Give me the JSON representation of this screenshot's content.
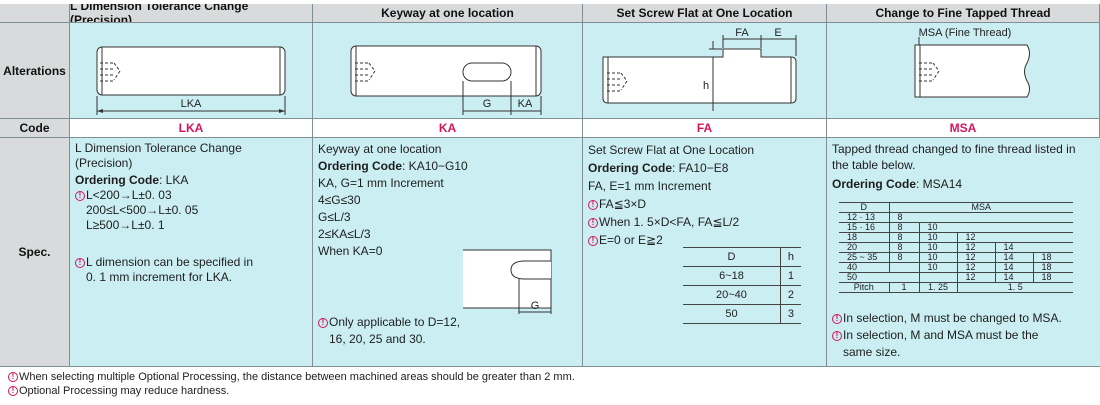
{
  "headers": {
    "col1": "L Dimension Tolerance Change (Precision)",
    "col2": "Keyway at one location",
    "col3": "Set Screw Flat at One Location",
    "col4": "Change to Fine Tapped Thread"
  },
  "rows": {
    "alterations": "Alterations",
    "code": "Code",
    "spec": "Spec."
  },
  "diagrams": {
    "lka_label": "LKA",
    "ka_g": "G",
    "ka_ka": "KA",
    "fa_fa": "FA",
    "fa_e": "E",
    "fa_h": "h",
    "msa_label": "MSA (Fine Thread)",
    "keyway_g": "G"
  },
  "codes": [
    "LKA",
    "KA",
    "FA",
    "MSA"
  ],
  "spec_lka": {
    "l1": "L Dimension Tolerance Change",
    "l2": "(Precision)",
    "ord_label": "Ordering Code",
    "ord_value": ": LKA",
    "t1": "L<200→L±0. 03",
    "t2": "200≤L<500→L±0. 05",
    "t3": "L≥500→L±0. 1",
    "n1": "L dimension can be specified in",
    "n2": "0. 1 mm  increment for LKA."
  },
  "spec_ka": {
    "l1": "Keyway at one location",
    "ord_label": "Ordering Code",
    "ord_value": ": KA10−G10",
    "l3": "KA, G=1 mm Increment",
    "l4": "4≤G≤30",
    "l5": "G≤L/3",
    "l6": "2≤KA≤L/3",
    "l7": "When KA=0",
    "n1": "Only applicable to D=12,",
    "n2": "16,  20,  25 and 30."
  },
  "spec_fa": {
    "l1": "Set Screw Flat at One Location",
    "ord_label": "Ordering Code",
    "ord_value": ": FA10−E8",
    "l3": "FA, E=1 mm Increment",
    "w1": "FA≦3×D",
    "w2": "When 1. 5×D<FA,  FA≦L/2",
    "w3": "E=0 or E≧2",
    "table_head": [
      "D",
      "h"
    ],
    "table_rows": [
      [
        "6~18",
        "1"
      ],
      [
        "20~40",
        "2"
      ],
      [
        "50",
        "3"
      ]
    ]
  },
  "spec_msa": {
    "l1": "Tapped thread changed to fine thread listed in",
    "l2": "the table below.",
    "ord_label": "Ordering Code",
    "ord_value": ": MSA14",
    "table_head": [
      "D",
      "MSA"
    ],
    "table_rows": [
      [
        "12 · 13",
        "8",
        "",
        "",
        "",
        ""
      ],
      [
        "15 · 16",
        "8",
        "10",
        "",
        "",
        ""
      ],
      [
        "18",
        "8",
        "10",
        "12",
        "",
        ""
      ],
      [
        "20",
        "8",
        "10",
        "12",
        "14",
        ""
      ],
      [
        "25 ~ 35",
        "8",
        "10",
        "12",
        "14",
        "18"
      ],
      [
        "40",
        "",
        "10",
        "12",
        "14",
        "18"
      ],
      [
        "50",
        "",
        "",
        "12",
        "14",
        "18"
      ]
    ],
    "pitch_row": [
      "Pitch",
      "1",
      "1. 25",
      "1. 5"
    ],
    "n1": "In selection, M must be changed to MSA.",
    "n2": "In selection, M and MSA must be the",
    "n3": "same size."
  },
  "notes": {
    "n1": "When selecting multiple Optional Processing, the distance between machined areas should be greater than 2 mm.",
    "n2": "Optional Processing may reduce hardness."
  },
  "colors": {
    "accent": "#d6155c",
    "cyan": "#cbeef3",
    "header": "#d8dadb"
  }
}
